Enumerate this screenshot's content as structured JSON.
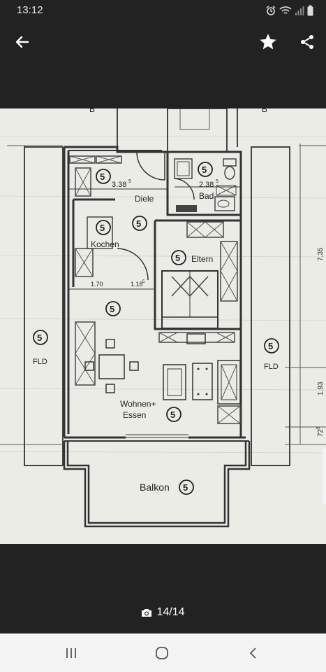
{
  "status_bar": {
    "time": "13:12"
  },
  "app_bar": {
    "back_icon": "arrow-left-icon",
    "favorite_icon": "star-icon",
    "share_icon": "share-icon"
  },
  "floorplan": {
    "badge_number": "5",
    "labels": {
      "diele": "Diele",
      "bad": "Bad",
      "kochen": "Kochen",
      "eltern": "Eltern",
      "wohnen_line1": "Wohnen+",
      "wohnen_line2": "Essen",
      "balkon": "Balkon",
      "fld_left": "FLD",
      "fld_right": "FLD",
      "marker_left": "B",
      "marker_right": "B"
    },
    "dimensions": {
      "d338": "3.38",
      "d338_sup": "5",
      "d238": "2.38",
      "d238_sup": "5",
      "d170": "1.70",
      "d118": "1.18",
      "d118_sup": "5",
      "d735": "7.35",
      "d193": "1.93",
      "d72": "72",
      "d72_sup": "5"
    }
  },
  "viewer": {
    "counter": "14/14",
    "counter_icon": "camera-icon"
  },
  "nav_bar": {
    "recents_icon": "recents-icon",
    "home_icon": "home-icon",
    "back_icon": "back-chevron-icon"
  }
}
